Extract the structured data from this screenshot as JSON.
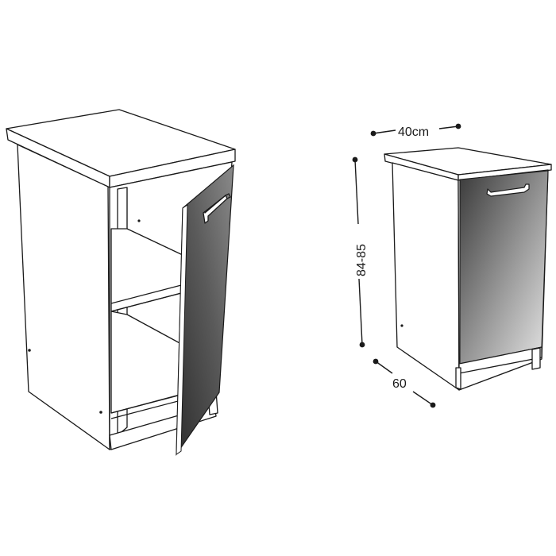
{
  "dimensions": {
    "width_label": "40cm",
    "height_label": "84-85",
    "depth_label": "60"
  },
  "colors": {
    "door_dark": "#3a3a3a",
    "door_light": "#d9d9d9",
    "outline": "#1a1a1a",
    "background": "#ffffff"
  }
}
